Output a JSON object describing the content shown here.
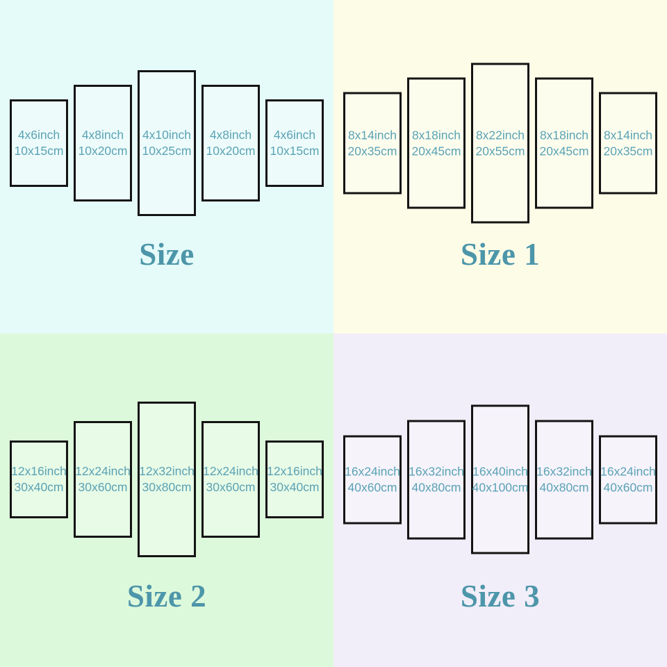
{
  "colors": {
    "panel_text": "#5ba2b5",
    "title_text": "#4d96aa",
    "panel_border": "#141414"
  },
  "quadrants": [
    {
      "id": "size",
      "title": "Size",
      "bg": "#e5fbf9",
      "panels": [
        {
          "inch": "4x6inch",
          "cm": "10x15cm"
        },
        {
          "inch": "4x8inch",
          "cm": "10x20cm"
        },
        {
          "inch": "4x10inch",
          "cm": "10x25cm"
        },
        {
          "inch": "4x8inch",
          "cm": "10x20cm"
        },
        {
          "inch": "4x6inch",
          "cm": "10x15cm"
        }
      ]
    },
    {
      "id": "size-1",
      "title": "Size 1",
      "bg": "#fdfce7",
      "panels": [
        {
          "inch": "8x14inch",
          "cm": "20x35cm"
        },
        {
          "inch": "8x18inch",
          "cm": "20x45cm"
        },
        {
          "inch": "8x22inch",
          "cm": "20x55cm"
        },
        {
          "inch": "8x18inch",
          "cm": "20x45cm"
        },
        {
          "inch": "8x14inch",
          "cm": "20x35cm"
        }
      ]
    },
    {
      "id": "size-2",
      "title": "Size 2",
      "bg": "#ddf9db",
      "panels": [
        {
          "inch": "12x16inch",
          "cm": "30x40cm"
        },
        {
          "inch": "12x24inch",
          "cm": "30x60cm"
        },
        {
          "inch": "12x32inch",
          "cm": "30x80cm"
        },
        {
          "inch": "12x24inch",
          "cm": "30x60cm"
        },
        {
          "inch": "12x16inch",
          "cm": "30x40cm"
        }
      ]
    },
    {
      "id": "size-3",
      "title": "Size 3",
      "bg": "#f2eef9",
      "panels": [
        {
          "inch": "16x24inch",
          "cm": "40x60cm"
        },
        {
          "inch": "16x32inch",
          "cm": "40x80cm"
        },
        {
          "inch": "16x40inch",
          "cm": "40x100cm"
        },
        {
          "inch": "16x32inch",
          "cm": "40x80cm"
        },
        {
          "inch": "16x24inch",
          "cm": "40x60cm"
        }
      ]
    }
  ]
}
